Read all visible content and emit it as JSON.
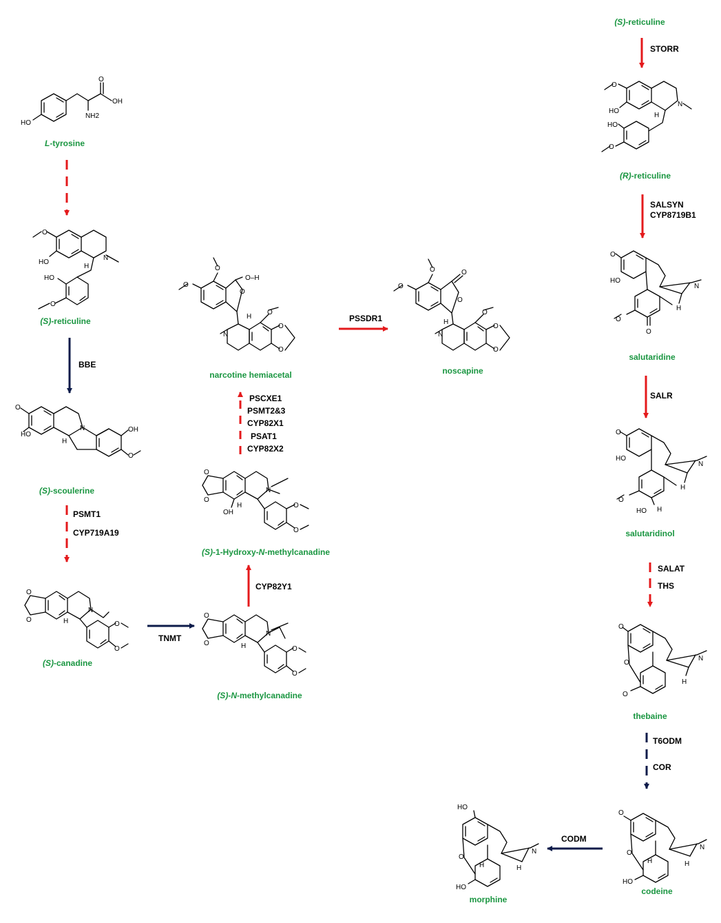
{
  "colors": {
    "compound": "#1a9641",
    "enzyme": "#000000",
    "arrow_red": "#e41a1c",
    "arrow_navy": "#0d1b4a"
  },
  "compounds": [
    {
      "id": "l-tyrosine",
      "label": "L-tyrosine",
      "italic_prefix": "L"
    },
    {
      "id": "s-reticuline",
      "label": "(S)-reticuline",
      "italic_prefix": "S"
    },
    {
      "id": "s-scoulerine",
      "label": "(S)-scoulerine",
      "italic_prefix": "S"
    },
    {
      "id": "s-canadine",
      "label": "(S)-canadine",
      "italic_prefix": "S"
    },
    {
      "id": "s-n-methylcanadine",
      "label": "(S)-N-methylcanadine",
      "italic_prefix": "S"
    },
    {
      "id": "s-1-hydroxy-n-methylcanadine",
      "label": "(S)-1-Hydroxy-N-methylcanadine",
      "italic_prefix": "S"
    },
    {
      "id": "narcotine-hemiacetal",
      "label": "narcotine hemiacetal"
    },
    {
      "id": "noscapine",
      "label": "noscapine"
    },
    {
      "id": "s-reticuline-top",
      "label": "(S)-reticuline",
      "italic_prefix": "S"
    },
    {
      "id": "r-reticuline",
      "label": "(R)-reticuline",
      "italic_prefix": "R"
    },
    {
      "id": "salutaridine",
      "label": "salutaridine"
    },
    {
      "id": "salutaridinol",
      "label": "salutaridinol"
    },
    {
      "id": "thebaine",
      "label": "thebaine"
    },
    {
      "id": "codeine",
      "label": "codeine"
    },
    {
      "id": "morphine",
      "label": "morphine"
    }
  ],
  "enzymes": {
    "bbe": "BBE",
    "psmt1": "PSMT1",
    "cyp719a19": "CYP719A19",
    "tnmt": "TNMT",
    "cyp82y1": "CYP82Y1",
    "pscxe1": "PSCXE1",
    "psmt2_3": "PSMT2&3",
    "cyp82x1": "CYP82X1",
    "psat1": "PSAT1",
    "cyp82x2": "CYP82X2",
    "pssdr1": "PSSDR1",
    "storr": "STORR",
    "salsyn": "SALSYN",
    "cyp8719b1": "CYP8719B1",
    "salr": "SALR",
    "salat": "SALAT",
    "ths": "THS",
    "t6odm": "T6ODM",
    "cor": "COR",
    "codm": "CODM"
  },
  "atoms": {
    "ho": "HO",
    "oh": "OH",
    "o": "O",
    "n": "N",
    "h": "H",
    "nh2": "NH2",
    "oh_bond": "O–H"
  },
  "arrows": [
    {
      "id": "tyrosine-to-reticuline",
      "style": "dashed",
      "color": "red"
    },
    {
      "id": "reticuline-to-scoulerine",
      "style": "solid",
      "color": "navy",
      "enzyme": "BBE"
    },
    {
      "id": "scoulerine-to-canadine",
      "style": "dashed",
      "color": "red",
      "enzyme": "PSMT1, CYP719A19"
    },
    {
      "id": "canadine-to-n-methylcanadine",
      "style": "solid",
      "color": "navy",
      "enzyme": "TNMT"
    },
    {
      "id": "n-methylcanadine-to-hydroxy",
      "style": "solid",
      "color": "red",
      "enzyme": "CYP82Y1"
    },
    {
      "id": "hydroxy-to-hemiacetal",
      "style": "dashed",
      "color": "red",
      "enzyme": "PSCXE1, PSMT2&3, CYP82X1, PSAT1, CYP82X2"
    },
    {
      "id": "hemiacetal-to-noscapine",
      "style": "solid",
      "color": "red",
      "enzyme": "PSSDR1"
    },
    {
      "id": "s-to-r-reticuline",
      "style": "solid",
      "color": "red",
      "enzyme": "STORR"
    },
    {
      "id": "r-reticuline-to-salutaridine",
      "style": "solid",
      "color": "red",
      "enzyme": "SALSYN, CYP8719B1"
    },
    {
      "id": "salutaridine-to-salutaridinol",
      "style": "solid",
      "color": "red",
      "enzyme": "SALR"
    },
    {
      "id": "salutaridinol-to-thebaine",
      "style": "dashed",
      "color": "red",
      "enzyme": "SALAT, THS"
    },
    {
      "id": "thebaine-to-codeine",
      "style": "dashed",
      "color": "navy",
      "enzyme": "T6ODM, COR"
    },
    {
      "id": "codeine-to-morphine",
      "style": "solid",
      "color": "navy",
      "enzyme": "CODM"
    }
  ]
}
